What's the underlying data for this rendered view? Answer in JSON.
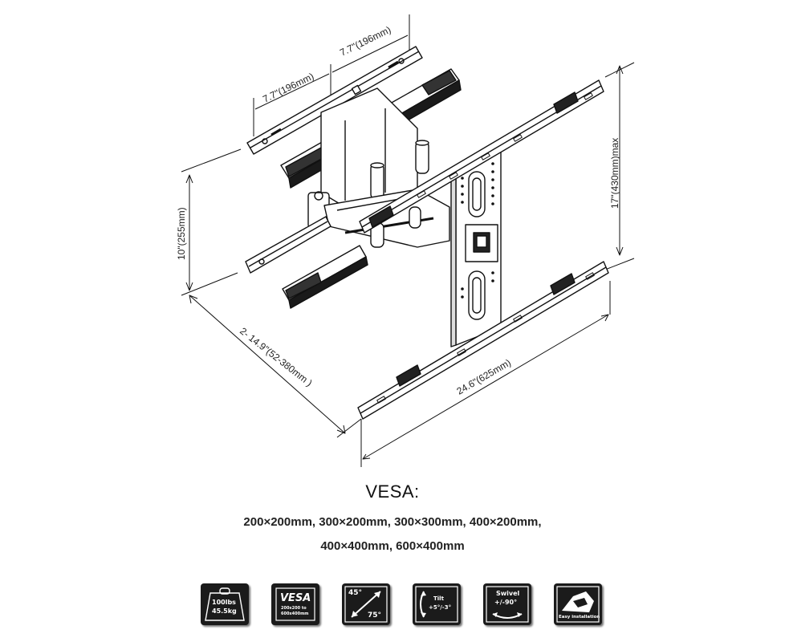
{
  "dimensions": {
    "arm_left": "7.7\"(196mm)",
    "arm_right": "7.7\"(196mm)",
    "height": "10\"(255mm)",
    "plate_height": "17\"(430mm)max",
    "extension": "2- 14.9\"(52-380mm )",
    "width": "24.6\"(625mm)"
  },
  "vesa": {
    "title": "VESA:",
    "line1": "200×200mm, 300×200mm, 300×300mm, 400×200mm,",
    "line2": "400×400mm, 600×400mm"
  },
  "badges": {
    "weight": {
      "line1": "100lbs",
      "line2": "45.5kg"
    },
    "vesa": {
      "title": "VESA",
      "line1": "200x200 to",
      "line2": "600x400mm"
    },
    "angle": {
      "top": "45°",
      "bottom": "75°"
    },
    "tilt": {
      "title": "Tilt",
      "value": "+5°/-3°"
    },
    "swivel": {
      "title": "Swivel",
      "value": "+/-90°"
    },
    "install": {
      "label": "Easy installation"
    }
  }
}
